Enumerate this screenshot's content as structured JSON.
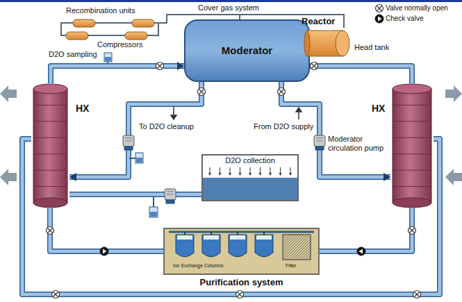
{
  "diagram": {
    "nodes": [
      {
        "text": [
          "Moderator"
        ]
      },
      {
        "text": [
          "Head tank"
        ]
      },
      {
        "text": [
          "HX"
        ]
      },
      {
        "text": [
          "HX"
        ]
      },
      {
        "text": [
          "D2O collection"
        ]
      },
      {
        "text": [
          "Purification system",
          "Ion Exchange Columns",
          "Filter"
        ]
      }
    ],
    "edges": [
      {
        "from": 2,
        "to": 0,
        "arrow": "to"
      },
      {
        "from": 0,
        "to": 2,
        "arrow": "to"
      },
      {
        "from": 3,
        "to": 0,
        "arrow": "to"
      },
      {
        "from": 0,
        "to": 3,
        "arrow": "to"
      },
      {
        "from": 1,
        "to": 0,
        "arrow": "none"
      },
      {
        "from": 4,
        "to": 2,
        "arrow": "none"
      },
      {
        "from": 2,
        "to": 5,
        "arrow": "none"
      },
      {
        "from": 5,
        "to": 3,
        "arrow": "none"
      }
    ],
    "labels": [
      "Cover gas system",
      "Reactor",
      "Recombination units",
      "Compressors",
      "D2O sampling",
      "To D2O cleanup",
      "From D2O supply",
      "Moderator circulation pump"
    ],
    "legend": [
      {
        "text": "Valve normally open"
      },
      {
        "text": "Check valve"
      }
    ]
  }
}
